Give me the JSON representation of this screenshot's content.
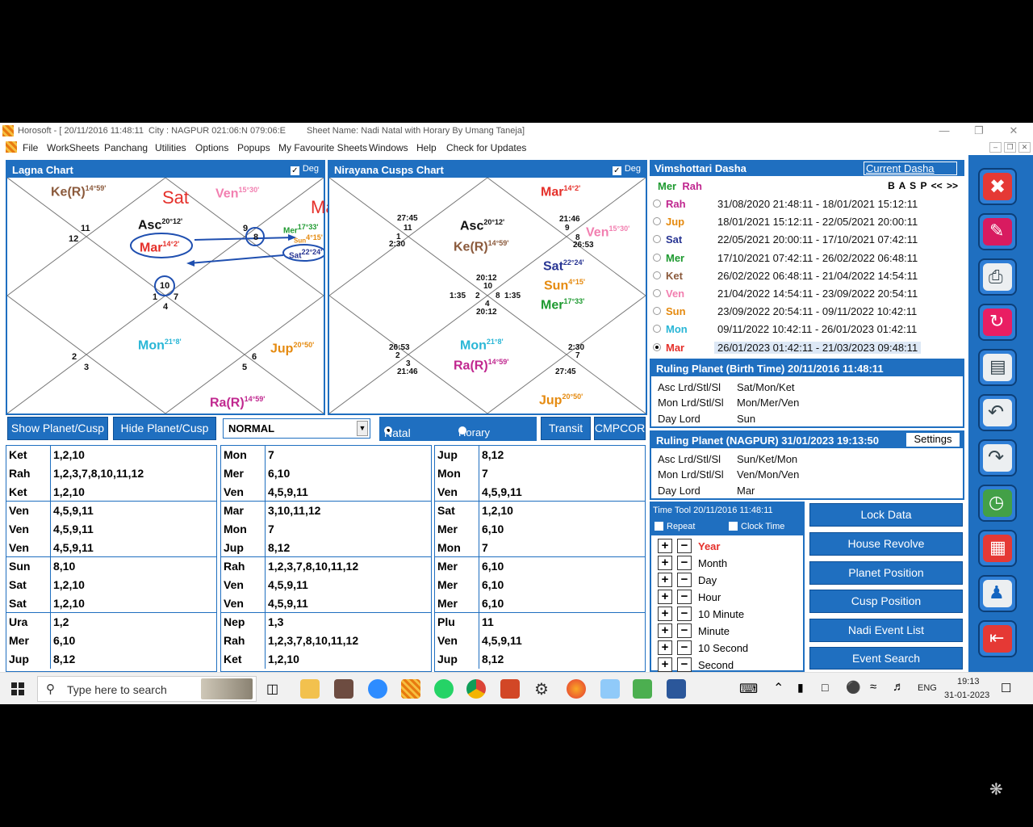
{
  "window": {
    "title": "Horosoft - [ 20/11/2016 11:48:11  City : NAGPUR 021:06:N 079:06:E",
    "sheet": "Sheet Name: Nadi Natal with Horary By Umang Taneja]"
  },
  "menu": [
    "File",
    "WorkSheets",
    "Panchang",
    "Utilities",
    "Options",
    "Popups",
    "My Favourite Sheets",
    "Windows",
    "Help",
    "Check for Updates"
  ],
  "lagna": {
    "title": "Lagna Chart",
    "deg_label": "Deg",
    "planets": {
      "ke": {
        "n": "Ke(R)",
        "d": "14°59'"
      },
      "ven": {
        "n": "Ven",
        "d": "15°30'"
      },
      "asc": {
        "n": "Asc",
        "d": "20°12'"
      },
      "mar": {
        "n": "Mar",
        "d": "14°2'"
      },
      "mer": {
        "n": "Mer",
        "d": "17°33'"
      },
      "sun": {
        "n": "Sun",
        "d": "4°15'"
      },
      "sat": {
        "n": "Sat",
        "d": "22°24'"
      },
      "mon": {
        "n": "Mon",
        "d": "21°8'"
      },
      "jup": {
        "n": "Jup",
        "d": "20°50'"
      },
      "ra": {
        "n": "Ra(R)",
        "d": "14°59'"
      }
    },
    "annot_sat": "Sat",
    "annot_ma": "Ma",
    "houses": [
      "11",
      "12",
      "9",
      "8",
      "10",
      "1",
      "7",
      "4",
      "2",
      "3",
      "6",
      "5"
    ]
  },
  "cusps": {
    "title": "Nirayana Cusps Chart",
    "deg_label": "Deg",
    "planets": {
      "mar": {
        "n": "Mar",
        "d": "14°2'"
      },
      "asc": {
        "n": "Asc",
        "d": "20°12'"
      },
      "ke": {
        "n": "Ke(R)",
        "d": "14°59'"
      },
      "ven": {
        "n": "Ven",
        "d": "15°30'"
      },
      "sat": {
        "n": "Sat",
        "d": "22°24'"
      },
      "sun": {
        "n": "Sun",
        "d": "4°15'"
      },
      "mer": {
        "n": "Mer",
        "d": "17°33'"
      },
      "mon": {
        "n": "Mon",
        "d": "21°8'"
      },
      "ra": {
        "n": "Ra(R)",
        "d": "14°59'"
      },
      "jup": {
        "n": "Jup",
        "d": "20°50'"
      }
    },
    "labels": [
      "27:45",
      "11",
      "1",
      "2:30",
      "21:46",
      "9",
      "8",
      "26:53",
      "20:12",
      "10",
      "1:35",
      "2",
      "8",
      "1:35",
      "4",
      "20:12",
      "26:53",
      "2",
      "3",
      "21:46",
      "2:30",
      "7",
      "27:45"
    ]
  },
  "dasha": {
    "title": "Vimshottari Dasha",
    "current_btn": "Current Dasha",
    "md": "Mer",
    "ad": "Rah",
    "nav": "B A S P << >>",
    "rows": [
      {
        "p": "Rah",
        "c": "#c0278f",
        "d": "31/08/2020 21:48:11 - 18/01/2021 15:12:11"
      },
      {
        "p": "Jup",
        "c": "#e58a0f",
        "d": "18/01/2021 15:12:11 - 22/05/2021 20:00:11"
      },
      {
        "p": "Sat",
        "c": "#283593",
        "d": "22/05/2021 20:00:11 - 17/10/2021 07:42:11"
      },
      {
        "p": "Mer",
        "c": "#1e9a30",
        "d": "17/10/2021 07:42:11 - 26/02/2022 06:48:11"
      },
      {
        "p": "Ket",
        "c": "#8b5a3c",
        "d": "26/02/2022 06:48:11 - 21/04/2022 14:54:11"
      },
      {
        "p": "Ven",
        "c": "#f27fb0",
        "d": "21/04/2022 14:54:11 - 23/09/2022 20:54:11"
      },
      {
        "p": "Sun",
        "c": "#e58a0f",
        "d": "23/09/2022 20:54:11 - 09/11/2022 10:42:11"
      },
      {
        "p": "Mon",
        "c": "#29b6d6",
        "d": "09/11/2022 10:42:11 - 26/01/2023 01:42:11"
      },
      {
        "p": "Mar",
        "c": "#e5302a",
        "d": "26/01/2023 01:42:11 - 21/03/2023 09:48:11"
      }
    ]
  },
  "ruling_birth": {
    "title": "Ruling Planet (Birth Time) 20/11/2016 11:48:11",
    "rows": [
      {
        "k": "Asc Lrd/Stl/Sl",
        "v": "Sat/Mon/Ket"
      },
      {
        "k": "Mon Lrd/Stl/Sl",
        "v": "Mon/Mer/Ven"
      },
      {
        "k": "Day Lord",
        "v": "Sun"
      }
    ]
  },
  "ruling_now": {
    "title": "Ruling Planet (NAGPUR) 31/01/2023 19:13:50",
    "settings": "Settings",
    "rows": [
      {
        "k": "Asc Lrd/Stl/Sl",
        "v": "Sun/Ket/Mon"
      },
      {
        "k": "Mon Lrd/Stl/Sl",
        "v": "Ven/Mon/Ven"
      },
      {
        "k": "Day Lord",
        "v": "Mar"
      }
    ]
  },
  "timetool": {
    "title": "Time Tool 20/11/2016 11:48:11",
    "repeat": "Repeat",
    "clock": "Clock Time",
    "items": [
      "Year",
      "Month",
      "Day",
      "Hour",
      "10 Minute",
      "Minute",
      "10 Second",
      "Second"
    ]
  },
  "actions": [
    "Lock Data",
    "House Revolve",
    "Planet Position",
    "Cusp Position",
    "Nadi Event List",
    "Event Search"
  ],
  "buttons": {
    "show": "Show Planet/Cusp",
    "hide": "Hide Planet/Cusp",
    "select": "NORMAL",
    "natal": "Natal",
    "horary": "Horary",
    "transit": "Transit",
    "cmpcor": "CMPCOR"
  },
  "sig_tables": [
    [
      [
        "Ket",
        "1,2,10"
      ],
      [
        "Rah",
        "1,2,3,7,8,10,11,12"
      ],
      [
        "Ket",
        "1,2,10"
      ],
      [
        "Ven",
        "4,5,9,11"
      ],
      [
        "Ven",
        "4,5,9,11"
      ],
      [
        "Ven",
        "4,5,9,11"
      ],
      [
        "Sun",
        "8,10"
      ],
      [
        "Sat",
        "1,2,10"
      ],
      [
        "Sat",
        "1,2,10"
      ],
      [
        "Ura",
        "1,2"
      ],
      [
        "Mer",
        "6,10"
      ],
      [
        "Jup",
        "8,12"
      ]
    ],
    [
      [
        "Mon",
        "7"
      ],
      [
        "Mer",
        "6,10"
      ],
      [
        "Ven",
        "4,5,9,11"
      ],
      [
        "Mar",
        "3,10,11,12"
      ],
      [
        "Mon",
        "7"
      ],
      [
        "Jup",
        "8,12"
      ],
      [
        "Rah",
        "1,2,3,7,8,10,11,12"
      ],
      [
        "Ven",
        "4,5,9,11"
      ],
      [
        "Ven",
        "4,5,9,11"
      ],
      [
        "Nep",
        "1,3"
      ],
      [
        "Rah",
        "1,2,3,7,8,10,11,12"
      ],
      [
        "Ket",
        "1,2,10"
      ]
    ],
    [
      [
        "Jup",
        "8,12"
      ],
      [
        "Mon",
        "7"
      ],
      [
        "Ven",
        "4,5,9,11"
      ],
      [
        "Sat",
        "1,2,10"
      ],
      [
        "Mer",
        "6,10"
      ],
      [
        "Mon",
        "7"
      ],
      [
        "Mer",
        "6,10"
      ],
      [
        "Mer",
        "6,10"
      ],
      [
        "Mer",
        "6,10"
      ],
      [
        "Plu",
        "11"
      ],
      [
        "Ven",
        "4,5,9,11"
      ],
      [
        "Jup",
        "8,12"
      ]
    ]
  ],
  "taskbar": {
    "search": "Type here to search",
    "lang": "ENG",
    "time": "19:13",
    "date": "31-01-2023"
  },
  "colors": {
    "accent": "#1f6fc0",
    "ke": "#8b5a3c",
    "ven": "#f27fb0",
    "asc": "#111111",
    "mar": "#e5302a",
    "mer": "#1e9a30",
    "sun": "#e58a0f",
    "sat": "#283593",
    "mon": "#29b6d6",
    "jup": "#e58a0f",
    "ra": "#c0278f"
  }
}
